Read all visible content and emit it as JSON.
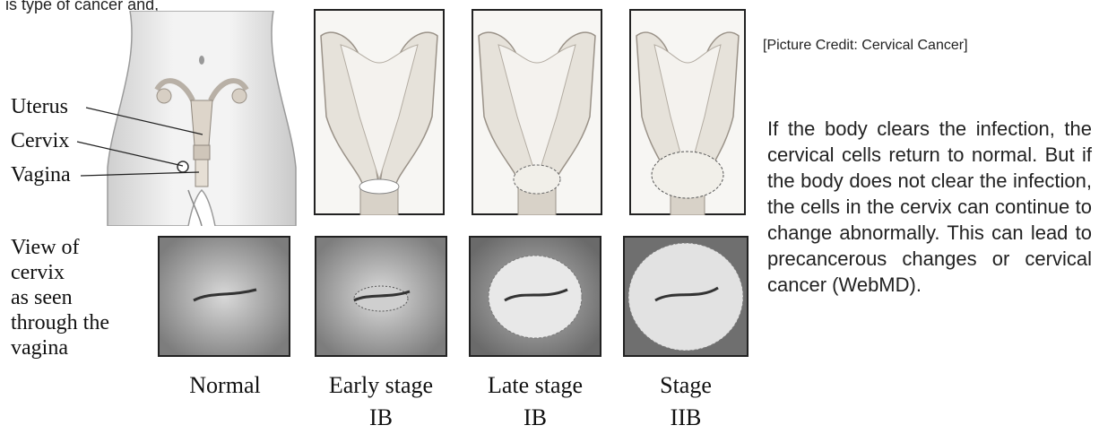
{
  "header_fragment": "is type of cancer and,",
  "anatomy_labels": {
    "uterus": "Uterus",
    "cervix": "Cervix",
    "vagina": "Vagina"
  },
  "view_caption_lines": [
    "View of",
    "cervix",
    "as seen",
    "through the",
    "vagina"
  ],
  "stages": [
    {
      "line1": "Normal",
      "line2": ""
    },
    {
      "line1": "Early stage",
      "line2": "IB"
    },
    {
      "line1": "Late stage",
      "line2": "IB"
    },
    {
      "line1": "Stage",
      "line2": "IIB"
    }
  ],
  "credit": "[Picture Credit: Cervical Cancer]",
  "paragraph": "If the body clears the infection, the cervical cells return to normal. But if the body does not clear the infection, the cells in the cervix can continue to change abnormally. This can lead to precancerous changes or cervical cancer (WebMD).",
  "colors": {
    "tissue": "#e6e2da",
    "tissue_dark": "#9a9288",
    "lumen": "#f4f2ee",
    "frame": "#222222",
    "cervix_bg": "#8a8a8a"
  }
}
